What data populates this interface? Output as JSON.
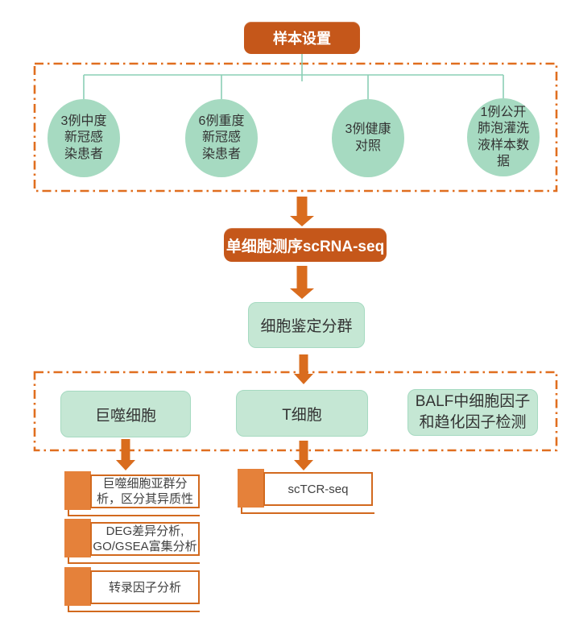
{
  "colors": {
    "header_orange": "#C5571A",
    "arrow_orange": "#D96C1E",
    "tab_orange": "#E5813A",
    "outline_orange": "#D2691E",
    "dashed_border_orange": "#E06E1F",
    "circle_green": "#A6DAC1",
    "box_green": "#C5E7D4",
    "connector_teal": "#8BCFB6"
  },
  "flow": {
    "sample_setup_label": "样本设置",
    "samples": [
      "3例中度\n新冠感\n染患者",
      "6例重度\n新冠感\n染患者",
      "3例健康\n对照",
      "1例公开\n肺泡灌洗\n液样本数\n据"
    ],
    "sequencing_label": "单细胞测序scRNA-seq",
    "clustering_label": "细胞鉴定分群",
    "branches": {
      "macrophage_label": "巨噬细胞",
      "tcell_label": "T细胞",
      "balf_label": "BALF中细胞因子\n和趋化因子检测"
    },
    "macrophage_steps": [
      "巨噬细胞亚群分\n析，区分其异质性",
      "DEG差异分析,\nGO/GSEA富集分析",
      "转录因子分析"
    ],
    "tcell_steps": [
      "scTCR-seq"
    ]
  }
}
